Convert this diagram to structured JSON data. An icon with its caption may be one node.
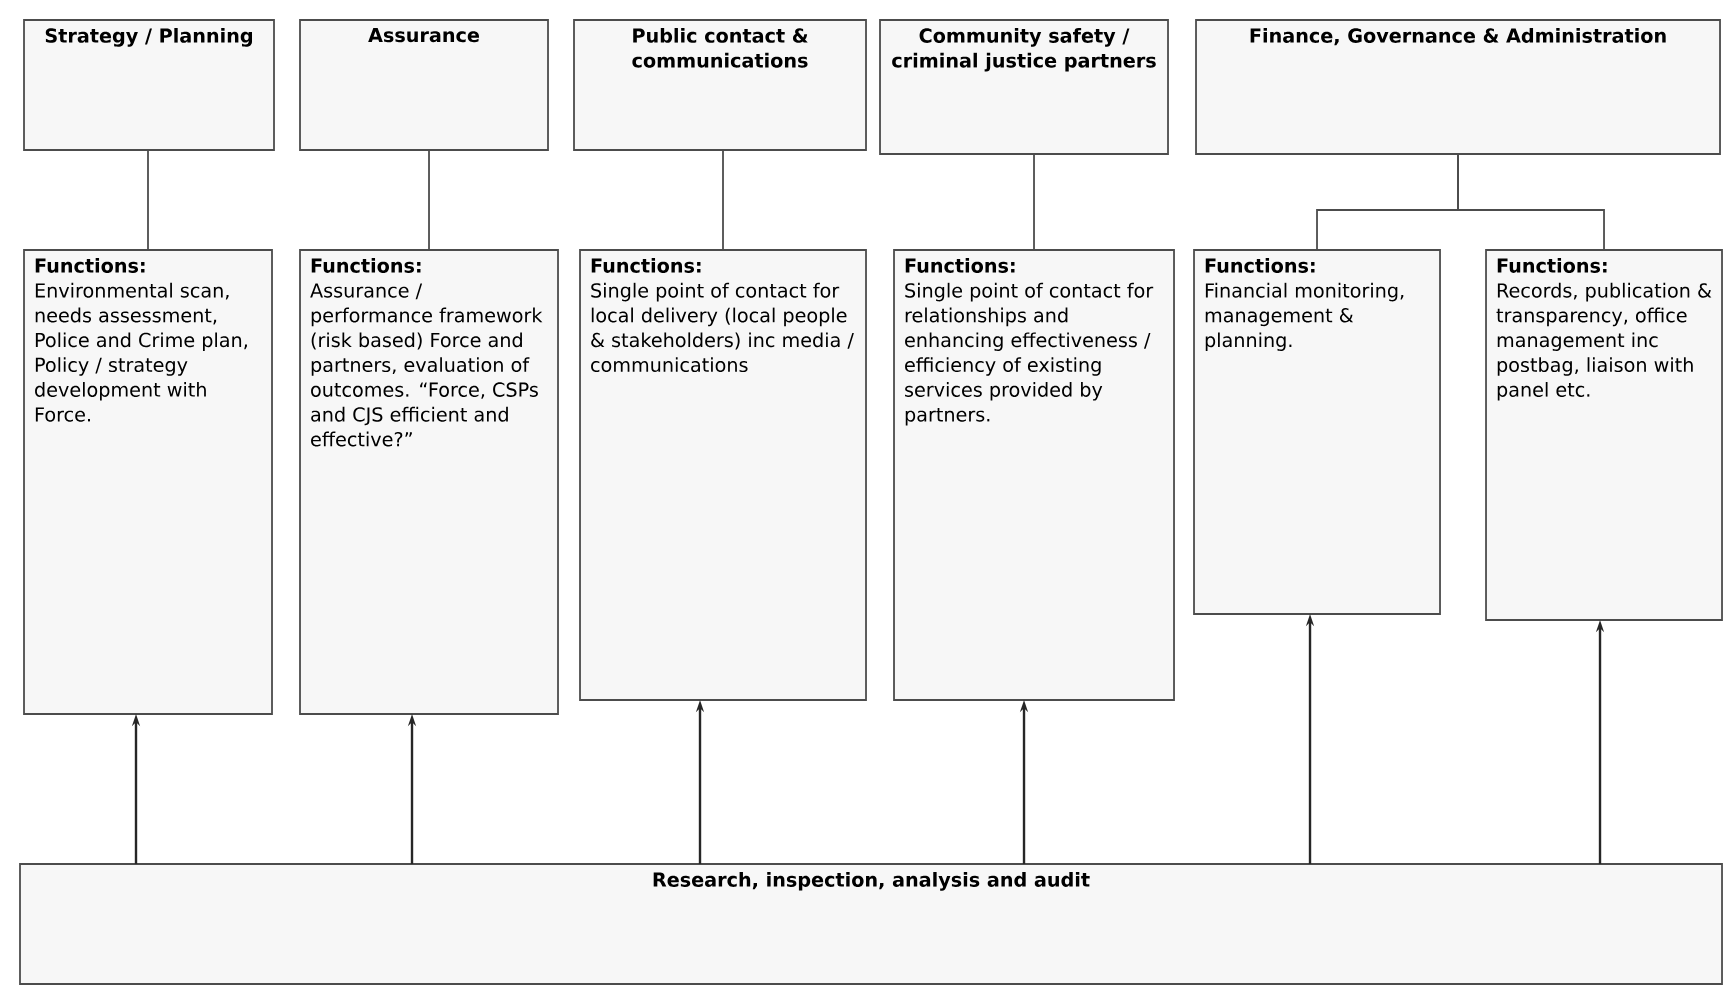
{
  "diagram": {
    "nodes": [
      {
        "text": [
          "Strategy / Planning"
        ]
      },
      {
        "text": [
          "Assurance"
        ]
      },
      {
        "text": [
          "Public contact & communications"
        ]
      },
      {
        "text": [
          "Community safety / criminal justice partners"
        ]
      },
      {
        "text": [
          "Finance, Governance & Administration"
        ]
      },
      {
        "text": [
          "Functions:",
          "Environmental scan, needs assessment, Police and Crime plan, Policy / strategy development with Force."
        ]
      },
      {
        "text": [
          "Functions:",
          "Assurance / performance framework (risk based) Force and partners, evaluation of outcomes. “Force, CSPs and CJS efficient and effective?”"
        ]
      },
      {
        "text": [
          "Functions:",
          "Single point of contact for local delivery (local people & stakeholders) inc media / communications"
        ]
      },
      {
        "text": [
          "Functions:",
          "Single point of contact for relationships and enhancing effectiveness / efficiency of existing services provided by partners."
        ]
      },
      {
        "text": [
          "Functions:",
          "Financial monitoring, management & planning."
        ]
      },
      {
        "text": [
          "Functions:",
          "Records, publication & transparency, office management inc postbag, liaison with panel etc."
        ]
      },
      {
        "text": [
          "Research, inspection, analysis and audit"
        ]
      }
    ],
    "edges": [
      {
        "from": 0,
        "to": 5,
        "arrow": "none"
      },
      {
        "from": 1,
        "to": 6,
        "arrow": "none"
      },
      {
        "from": 2,
        "to": 7,
        "arrow": "none"
      },
      {
        "from": 3,
        "to": 8,
        "arrow": "none"
      },
      {
        "from": 4,
        "to": 9,
        "arrow": "none"
      },
      {
        "from": 4,
        "to": 10,
        "arrow": "none"
      },
      {
        "from": 11,
        "to": 5,
        "arrow": "to"
      },
      {
        "from": 11,
        "to": 6,
        "arrow": "to"
      },
      {
        "from": 11,
        "to": 7,
        "arrow": "to"
      },
      {
        "from": 11,
        "to": 8,
        "arrow": "to"
      },
      {
        "from": 11,
        "to": 9,
        "arrow": "to"
      },
      {
        "from": 11,
        "to": 10,
        "arrow": "to"
      }
    ]
  }
}
